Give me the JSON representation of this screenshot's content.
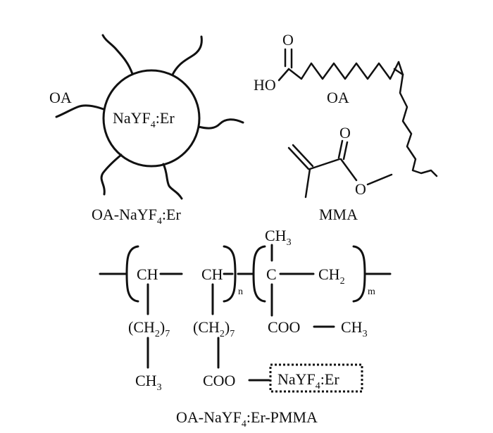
{
  "labels": {
    "oa_side": "OA",
    "core": "NaYF4:Er",
    "core_parts": {
      "base": "NaYF",
      "sub": "4",
      "tail": ":Er"
    },
    "particle_caption": {
      "base": "OA-NaYF",
      "sub": "4",
      "tail": ":Er"
    },
    "ho": "HO",
    "o_top": "O",
    "oa_molecule": "OA",
    "mma_o_top": "O",
    "mma_o_ester": "O",
    "mma": "MMA"
  },
  "polymer": {
    "ch_a": "CH",
    "ch_b": "CH",
    "sub_n": "n",
    "ch3_top": "CH",
    "ch3_top_sub": "3",
    "c": "C",
    "ch2": "CH",
    "ch2_sub": "2",
    "sub_m": "m",
    "side1_a": "(CH",
    "side1_sub": "2",
    "side1_b": ")",
    "side1_sub2": "7",
    "side2_a": "(CH",
    "side2_sub": "2",
    "side2_b": ")",
    "side2_sub2": "7",
    "coo1": "COO",
    "ch3_ester": "CH",
    "ch3_ester_sub": "3",
    "ch3_bottom": "CH",
    "ch3_bottom_sub": "3",
    "coo2": "COO",
    "box_base": "NaYF",
    "box_sub": "4",
    "box_tail": ":Er"
  },
  "caption": "OA-NaYF4:Er-PMMA"
}
